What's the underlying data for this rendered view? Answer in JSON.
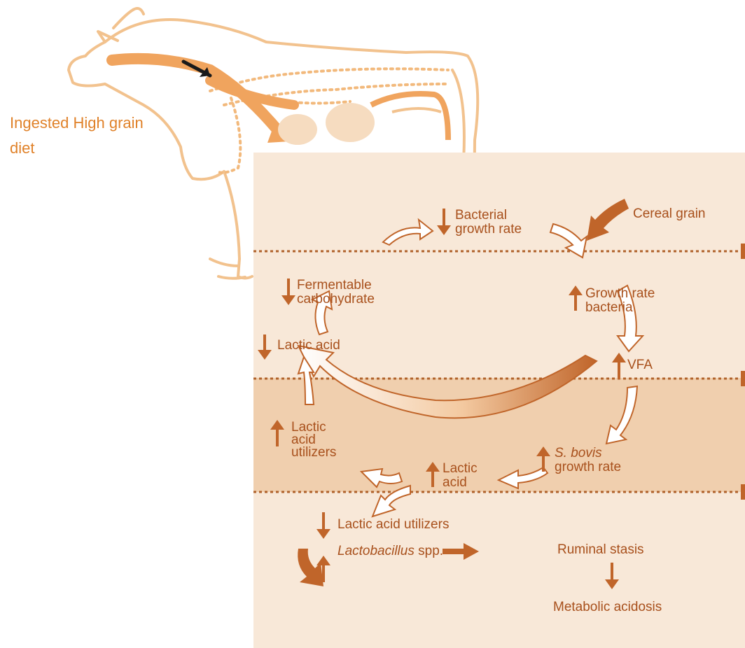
{
  "caption": {
    "line1": "Ingested High grain",
    "line2": "diet"
  },
  "labels": {
    "bacterial_growth_rate": [
      "Bacterial",
      "growth rate"
    ],
    "cereal_grain": "Cereal grain",
    "fermentable_carbohydrate": [
      "Fermentable",
      "carbohydrate"
    ],
    "growth_rate_bacteria": [
      "Growth rate",
      "bacteria"
    ],
    "lactic_acid_top": "Lactic acid",
    "vfa": "VFA",
    "lactic_acid_utilizers_mid": [
      "Lactic",
      "acid",
      "utilizers"
    ],
    "s_bovis": "S. bovis",
    "s_bovis_growth": "growth rate",
    "lactic_acid_mid": [
      "Lactic",
      "acid"
    ],
    "lactic_acid_utilizers_bottom": "Lactic acid utilizers",
    "lactobacillus": "Lactobacillus",
    "lactobacillus_suffix": " spp.",
    "ruminal_stasis": "Ruminal stasis",
    "metabolic_acidosis": "Metabolic acidosis"
  },
  "colors": {
    "caption": "#e0822a",
    "arrow": "#c0652a",
    "text": "#a8501c",
    "panel": "#f8e8d8",
    "band": "#f0cfae"
  }
}
